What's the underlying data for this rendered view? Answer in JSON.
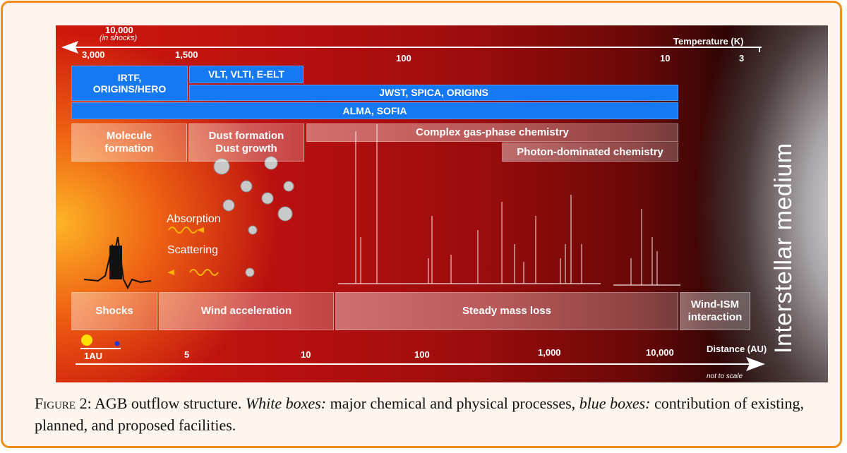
{
  "figure": {
    "temperature_axis": {
      "title": "Temperature (K)",
      "top_label": "10,000",
      "top_sublabel": "(in shocks)",
      "ticks": [
        "3,000",
        "1,500",
        "100",
        "10",
        "3"
      ]
    },
    "facilities": [
      {
        "label": "IRTF,\nORIGINS/HERO"
      },
      {
        "label": "VLT, VLTI, E-ELT"
      },
      {
        "label": "JWST, SPICA, ORIGINS"
      },
      {
        "label": "ALMA, SOFIA"
      }
    ],
    "processes_top": [
      {
        "label": "Molecule\nformation"
      },
      {
        "label": "Dust formation\nDust growth"
      },
      {
        "label": "Complex gas-phase chemistry"
      },
      {
        "label": "Photon-dominated chemistry"
      }
    ],
    "dust_interactions": {
      "absorption": "Absorption",
      "scattering": "Scattering"
    },
    "processes_bottom": [
      {
        "label": "Shocks"
      },
      {
        "label": "Wind acceleration"
      },
      {
        "label": "Steady mass loss"
      },
      {
        "label": "Wind-ISM\ninteraction"
      }
    ],
    "distance_axis": {
      "title": "Distance (AU)",
      "scale_bar": "1AU",
      "ticks": [
        "5",
        "10",
        "100",
        "1,000",
        "10,000"
      ],
      "note": "not to scale"
    },
    "region_label": "Interstellar medium",
    "colors": {
      "frame": "#f28c1b",
      "facility_blue": "#1479f2",
      "sun": "#ffe100",
      "earth": "#1b3bd6"
    }
  },
  "caption": {
    "label": "Figure 2:",
    "text_1": " AGB outflow structure. ",
    "italic_1": "White boxes:",
    "text_2": " major chemical and physical processes, ",
    "italic_2": "blue boxes:",
    "text_3": " contribution of existing, planned, and proposed facilities."
  }
}
